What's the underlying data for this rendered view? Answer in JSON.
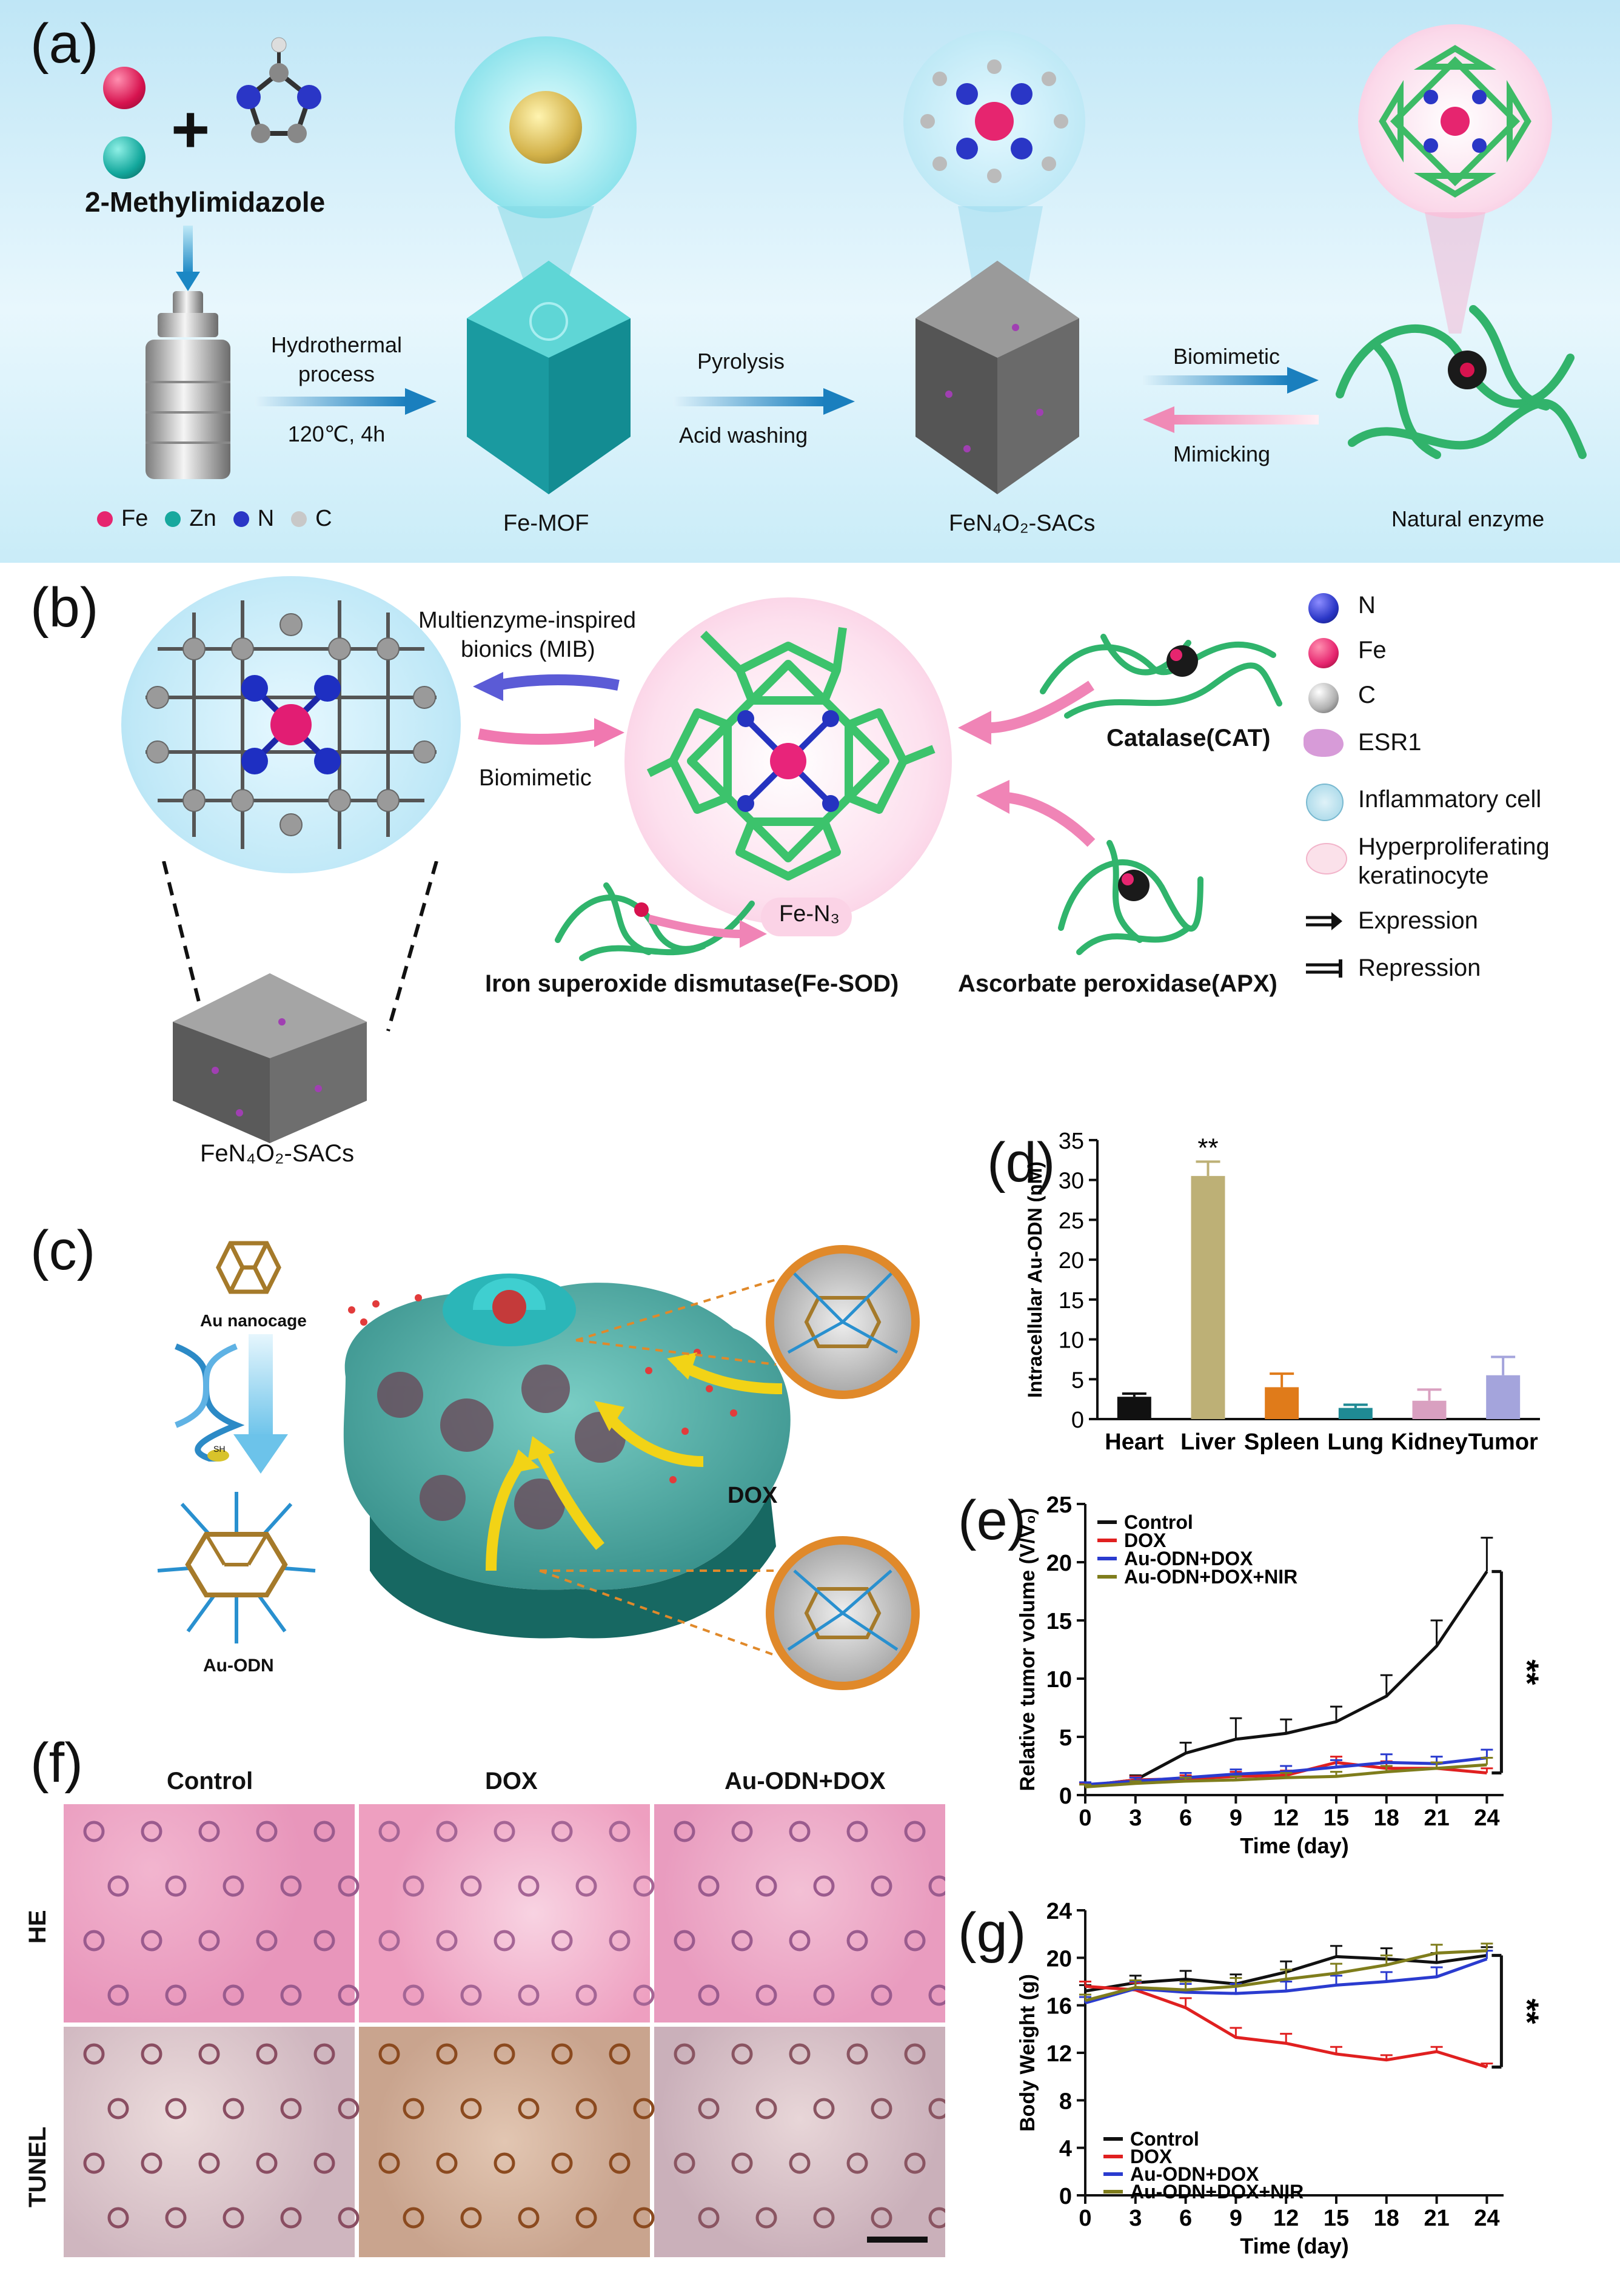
{
  "panel_a": {
    "label": "(a)",
    "reagent": "2-Methylimidazole",
    "plus": "+",
    "step1_line1": "Hydrothermal",
    "step1_line2": "process",
    "step1_cond": "120℃,  4h",
    "step2_line1": "Pyrolysis",
    "step2_line2": "Acid washing",
    "step3_top": "Biomimetic",
    "step3_bottom": "Mimicking",
    "mof_name": "Fe-MOF",
    "sac_name": "FeN₄O₂-SACs",
    "enzyme_name": "Natural enzyme",
    "legend": [
      {
        "symbol": "Fe",
        "color": "#e6256f"
      },
      {
        "symbol": "Zn",
        "color": "#17a89e"
      },
      {
        "symbol": "N",
        "color": "#2a36c6"
      },
      {
        "symbol": "C",
        "color": "#c8c8c8"
      }
    ]
  },
  "panel_b": {
    "label": "(b)",
    "mib_line1": "Multienzyme-inspired",
    "mib_line2": "bionics (MIB)",
    "biomimetic": "Biomimetic",
    "catalase": "Catalase(CAT)",
    "fe_sod": "Iron superoxide dismutase(Fe-SOD)",
    "apx": "Ascorbate peroxidase(APX)",
    "fe_n3": "Fe-N₃",
    "sac_name": "FeN₄O₂-SACs",
    "legend": [
      {
        "text": "N",
        "icon": "n-atom-icon"
      },
      {
        "text": "Fe",
        "icon": "fe-atom-icon"
      },
      {
        "text": "C",
        "icon": "c-atom-icon"
      },
      {
        "text": "ESR1",
        "icon": "esr1-icon"
      },
      {
        "text": "Inflammatory cell",
        "icon": "inflammatory-cell-icon"
      },
      {
        "text": "Hyperproliferating",
        "icon": "keratinocyte-icon"
      },
      {
        "text": "keratinocyte",
        "icon": ""
      },
      {
        "text": "Expression",
        "icon": "expression-arrow-icon"
      },
      {
        "text": "Repression",
        "icon": "repression-arrow-icon"
      }
    ]
  },
  "panel_c": {
    "label": "(c)",
    "nanocage": "Au nanocage",
    "au_odn": "Au-ODN",
    "dox": "DOX",
    "si": "SH"
  },
  "panel_f": {
    "label": "(f)",
    "columns": [
      "Control",
      "DOX",
      "Au-ODN+DOX"
    ],
    "rows": [
      "HE",
      "TUNEL"
    ]
  },
  "chart_data": [
    {
      "id": "d",
      "label": "(d)",
      "type": "bar",
      "categories": [
        "Heart",
        "Liver",
        "Spleen",
        "Lung",
        "Kidney",
        "Tumor"
      ],
      "values": [
        2.8,
        30.5,
        4.0,
        1.4,
        2.3,
        5.5
      ],
      "errors": [
        0.4,
        1.8,
        1.7,
        0.4,
        1.4,
        2.3
      ],
      "colors": [
        "#111111",
        "#bdb076",
        "#e07b1a",
        "#1f8a94",
        "#d9a0c0",
        "#a4a4dc"
      ],
      "ylabel": "Intracellular Au-ODN  (nM)",
      "ylim": [
        0,
        35
      ],
      "yticks": [
        0,
        5,
        10,
        15,
        20,
        25,
        30,
        35
      ],
      "annotation": "**"
    },
    {
      "id": "e",
      "label": "(e)",
      "type": "line",
      "xlabel": "Time (day)",
      "ylabel": "Relative tumor volume (V/V₀)",
      "x": [
        0,
        3,
        6,
        9,
        12,
        15,
        18,
        21,
        24
      ],
      "xticks": [
        0,
        3,
        6,
        9,
        12,
        15,
        18,
        21,
        24
      ],
      "xlim": [
        0,
        25
      ],
      "ylim": [
        0,
        25
      ],
      "yticks": [
        0,
        5,
        10,
        15,
        20,
        25
      ],
      "significance": "**",
      "series": [
        {
          "name": "Control",
          "color": "#111111",
          "values": [
            0.8,
            1.3,
            3.6,
            4.8,
            5.3,
            6.3,
            8.5,
            12.8,
            19.2
          ],
          "errors": [
            0.2,
            0.4,
            0.9,
            1.8,
            1.2,
            1.3,
            1.8,
            2.2,
            2.9
          ]
        },
        {
          "name": "DOX",
          "color": "#e02020",
          "values": [
            0.8,
            1.3,
            1.4,
            1.6,
            1.7,
            2.8,
            2.3,
            2.3,
            1.9
          ],
          "errors": [
            0.2,
            0.3,
            0.3,
            0.4,
            0.4,
            0.5,
            0.6,
            0.5,
            0.4
          ]
        },
        {
          "name": "Au-ODN+DOX",
          "color": "#2a3bcf",
          "values": [
            0.9,
            1.2,
            1.5,
            1.8,
            2.0,
            2.4,
            2.8,
            2.7,
            3.2
          ],
          "errors": [
            0.2,
            0.3,
            0.4,
            0.4,
            0.5,
            0.6,
            0.7,
            0.6,
            0.7
          ]
        },
        {
          "name": "Au-ODN+DOX+NIR",
          "color": "#7f7d1c",
          "values": [
            0.7,
            1.0,
            1.2,
            1.3,
            1.5,
            1.6,
            2.0,
            2.3,
            2.6
          ],
          "errors": [
            0.2,
            0.2,
            0.3,
            0.3,
            0.4,
            0.4,
            0.5,
            0.5,
            0.6
          ]
        }
      ]
    },
    {
      "id": "g",
      "label": "(g)",
      "type": "line",
      "xlabel": "Time (day)",
      "ylabel": "Body Weight (g)",
      "x": [
        0,
        3,
        6,
        9,
        12,
        15,
        18,
        21,
        24
      ],
      "xticks": [
        0,
        3,
        6,
        9,
        12,
        15,
        18,
        21,
        24
      ],
      "xlim": [
        0,
        25
      ],
      "ylim": [
        0,
        24
      ],
      "yticks": [
        0,
        4,
        8,
        12,
        16,
        20,
        24
      ],
      "significance": "**",
      "series": [
        {
          "name": "Control",
          "color": "#111111",
          "values": [
            17.2,
            17.9,
            18.2,
            17.8,
            18.8,
            20.1,
            19.9,
            19.6,
            20.2
          ],
          "errors": [
            0.5,
            0.6,
            0.7,
            0.8,
            0.9,
            0.9,
            0.9,
            0.8,
            0.7
          ]
        },
        {
          "name": "DOX",
          "color": "#e02020",
          "values": [
            17.6,
            17.3,
            15.8,
            13.3,
            12.8,
            11.9,
            11.4,
            12.1,
            10.8
          ],
          "errors": [
            0.4,
            0.6,
            0.8,
            0.8,
            0.8,
            0.6,
            0.4,
            0.4,
            0.3
          ]
        },
        {
          "name": "Au-ODN+DOX",
          "color": "#2a3bcf",
          "values": [
            16.2,
            17.4,
            17.1,
            17.0,
            17.2,
            17.7,
            18.0,
            18.4,
            19.9
          ],
          "errors": [
            0.5,
            0.6,
            0.7,
            0.8,
            0.8,
            0.8,
            0.8,
            0.8,
            0.7
          ]
        },
        {
          "name": "Au-ODN+DOX+NIR",
          "color": "#7f7d1c",
          "values": [
            16.4,
            17.5,
            17.3,
            17.6,
            18.2,
            18.7,
            19.4,
            20.4,
            20.6
          ],
          "errors": [
            0.5,
            0.6,
            0.7,
            0.7,
            0.8,
            0.8,
            0.8,
            0.7,
            0.6
          ]
        }
      ]
    }
  ]
}
